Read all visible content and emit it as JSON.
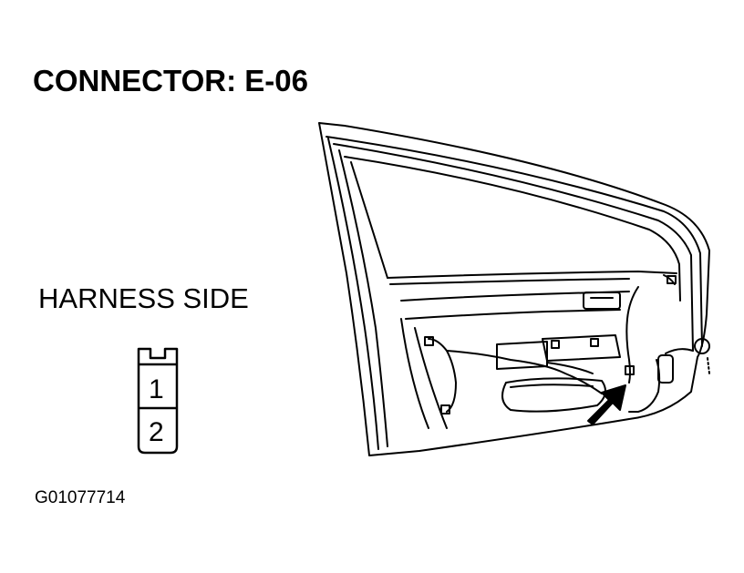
{
  "diagram": {
    "title": "CONNECTOR: E-06",
    "view_label": "HARNESS SIDE",
    "figure_id": "G01077714",
    "connector_pins": [
      "1",
      "2"
    ],
    "line_color": "#000000",
    "background_color": "#ffffff"
  }
}
